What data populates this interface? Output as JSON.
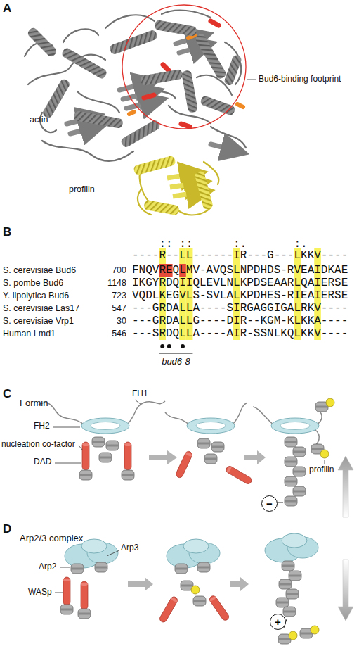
{
  "diagram": {
    "nodes": [
      {
        "text": [
          "−"
        ]
      },
      {
        "text": [
          "+"
        ]
      }
    ],
    "labels": [
      "A",
      "Bud6-binding footprint",
      "actin",
      "profilin",
      "B",
      "::",
      "::",
      ":.",
      ":.",
      "----R--LL------IR---G---LKKV----",
      "S. cerevisiae Bud6",
      "700",
      "FNQVREQLMV-AVQSLNPDHDS-RVEAIDKAE",
      "S. pombe Bud6",
      "1148",
      "IKGYRDQIIQLEVLNLKPDSEAARLQAIERSE",
      "Y. lipolytica Bud6",
      "723",
      "VQDLKEGVLS-SVLALKPDHES-RIEAIERSE",
      "S. cerevisiae Las17",
      "547",
      "---GRDALLA----SIRGAGGIGALRKV----",
      "S. cerevisiae Vrp1",
      "30",
      "---GRDALLG----DIR--KGM-KLKKA----",
      "Human Lmd1",
      "546",
      "---SRDQLLA----AIR-SSNLKQLKKV----",
      "bud6-8",
      "C",
      "Formin",
      "FH1",
      "FH2",
      "nucleation co-factor",
      "DAD",
      "profilin",
      "D",
      "Arp2/3 complex",
      "Arp2",
      "Arp3",
      "WASp"
    ]
  }
}
